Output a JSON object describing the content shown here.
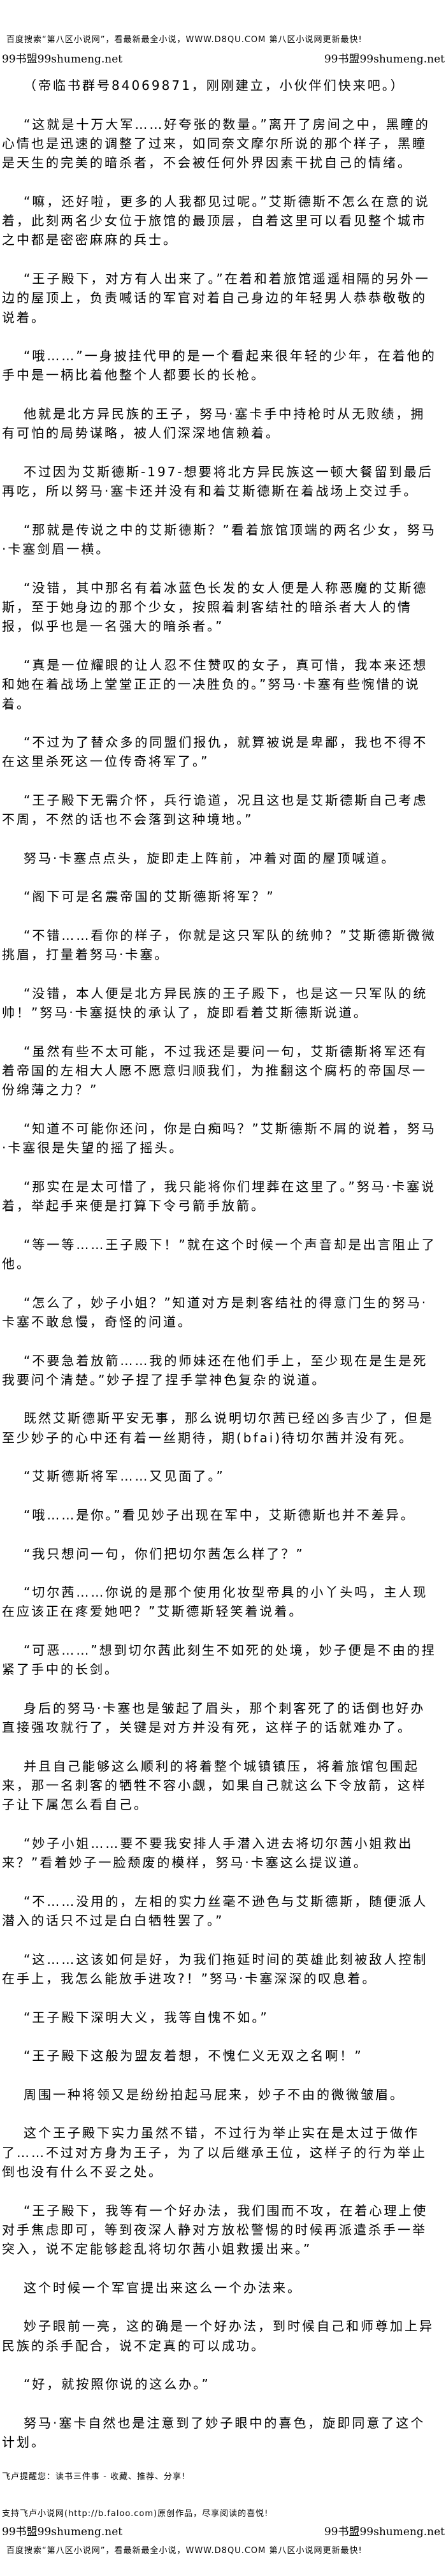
{
  "header": {
    "promo": "百度搜索“第八区小说网”，看最新最全小说，WWW.D8QU.COM   第八区小说网更新最快!",
    "brand_left": "99书盟99shumeng.net",
    "brand_right": "99书盟99shumeng.net"
  },
  "paragraphs": [
    "（帝临书群号84069871，刚刚建立，小伙伴们快来吧。）",
    "“这就是十万大军……好夸张的数量。”离开了房间之中，黑瞳的心情也是迅速的调整了过来，如同奈文摩尔所说的那个样子，黑瞳是天生的完美的暗杀者，不会被任何外界因素干扰自己的情绪。",
    "“嘛，还好啦，更多的人我都见过呢。”艾斯德斯不怎么在意的说着，此刻两名少女位于旅馆的最顶层，自着这里可以看见整个城市之中都是密密麻麻的兵士。",
    "“王子殿下，对方有人出来了。”在着和着旅馆遥遥相隔的另外一边的屋顶上，负责喊话的军官对着自己身边的年轻男人恭恭敬敬的说着。",
    "“哦……”一身披挂代甲的是一个看起来很年轻的少年，在着他的手中是一柄比着他整个人都要长的长枪。",
    "他就是北方异民族的王子，努马·塞卡手中持枪时从无败绩，拥有可怕的局势谋略，被人们深深地信赖着。",
    "不过因为艾斯德斯-197-想要将北方异民族这一顿大餐留到最后再吃，所以努马·塞卡还并没有和着艾斯德斯在着战场上交过手。",
    "“那就是传说之中的艾斯德斯？”看着旅馆顶端的两名少女，努马·卡塞剑眉一横。",
    "“没错，其中那名有着冰蓝色长发的女人便是人称恶魔的艾斯德斯，至于她身边的那个少女，按照着刺客结社的暗杀者大人的情报，似乎也是一名强大的暗杀者。”",
    "“真是一位耀眼的让人忍不住赞叹的女子，真可惜，我本来还想和她在着战场上堂堂正正的一决胜负的。”努马·卡塞有些惋惜的说着。",
    "“不过为了替众多的同盟们报仇，就算被说是卑鄙，我也不得不在这里杀死这一位传奇将军了。”",
    "“王子殿下无需介怀，兵行诡道，况且这也是艾斯德斯自己考虑不周，不然的话也不会落到这种境地。”",
    "努马·卡塞点点头，旋即走上阵前，冲着对面的屋顶喊道。",
    "“阁下可是名震帝国的艾斯德斯将军？”",
    "“不错……看你的样子，你就是这只军队的统帅？”艾斯德斯微微挑眉，打量着努马·卡塞。",
    "“没错，本人便是北方异民族的王子殿下，也是这一只军队的统帅！”努马·卡塞挺快的承认了，旋即看着艾斯德斯说道。",
    "“虽然有些不太可能，不过我还是要问一句，艾斯德斯将军还有着帝国的左相大人愿不愿意归顺我们，为推翻这个腐朽的帝国尽一份绵薄之力？”",
    "“知道不可能你还问，你是白痴吗？”艾斯德斯不屑的说着，努马·卡塞很是失望的摇了摇头。",
    "“那实在是太可惜了，我只能将你们埋葬在这里了。”努马·卡塞说着，举起手来便是打算下令弓箭手放箭。",
    "“等一等……王子殿下！”就在这个时候一个声音却是出言阻止了他。",
    "“怎么了，妙子小姐？”知道对方是刺客结社的得意门生的努马·卡塞不敢怠慢，奇怪的问道。",
    "“不要急着放箭……我的师妹还在他们手上，至少现在是生是死我要问个清楚。”妙子捏了捏手掌神色复杂的说道。",
    "既然艾斯德斯平安无事，那么说明切尔茜已经凶多吉少了，但是至少妙子的心中还有着一丝期待，期(bfai)待切尔茜并没有死。",
    "“艾斯德斯将军……又见面了。”",
    "“哦……是你。”看见妙子出现在军中，艾斯德斯也并不差异。",
    "“我只想问一句，你们把切尔茜怎么样了？”",
    "“切尔茜……你说的是那个使用化妆型帝具的小丫头吗，主人现在应该正在疼爱她吧？”艾斯德斯轻笑着说着。",
    "“可恶……”想到切尔茜此刻生不如死的处境，妙子便是不由的捏紧了手中的长剑。",
    "身后的努马·卡塞也是皱起了眉头，那个刺客死了的话倒也好办直接强攻就行了，关键是对方并没有死，这样子的话就难办了。",
    "并且自己能够这么顺利的将着整个城镇镇压，将着旅馆包围起来，那一名刺客的牺牲不容小觑，如果自己就这么下令放箭，这样子让下属怎么看自己。",
    "“妙子小姐……要不要我安排人手潜入进去将切尔茜小姐救出来？”看着妙子一脸颓废的模样，努马·卡塞这么提议道。",
    "“不……没用的，左相的实力丝毫不逊色与艾斯德斯，随便派人潜入的话只不过是白白牺牲罢了。”",
    "“这……这该如何是好，为我们拖延时间的英雄此刻被敌人控制在手上，我怎么能放手进攻?！”努马·卡塞深深的叹息着。",
    "“王子殿下深明大义，我等自愧不如。”",
    "“王子殿下这般为盟友着想，不愧仁义无双之名啊！”",
    "周围一种将领又是纷纷拍起马屁来，妙子不由的微微皱眉。",
    "这个王子殿下实力虽然不错，不过行为举止实在是太过于做作了……不过对方身为王子，为了以后继承王位，这样子的行为举止倒也没有什么不妥之处。",
    "“王子殿下，我等有一个好办法，我们围而不攻，在着心理上使对手焦虑即可，等到夜深人静对方放松警惕的时候再派遣杀手一举突入，说不定能够趁乱将切尔茜小姐救援出来。”",
    "这个时候一个军官提出来这么一个办法来。",
    "妙子眼前一亮，这的确是一个好办法，到时候自己和师尊加上异民族的杀手配合，说不定真的可以成功。",
    "“好，就按照你说的这么办。”",
    "努马·塞卡自然也是注意到了妙子眼中的喜色，旋即同意了这个计划。"
  ],
  "footer": {
    "reminder": "飞卢提醒您：读书三件事 - 收藏、推荐、分享!",
    "support": "支持飞卢小说网(http://b.faloo.com)原创作品，尽享阅读的喜悦!",
    "brand_left": "99书盟99shumeng.net",
    "brand_right": "99书盟99shumeng.net",
    "promo": "百度搜索“第八区小说网”，看最新最全小说，WWW.D8QU.COM   第八区小说网更新最快!"
  }
}
